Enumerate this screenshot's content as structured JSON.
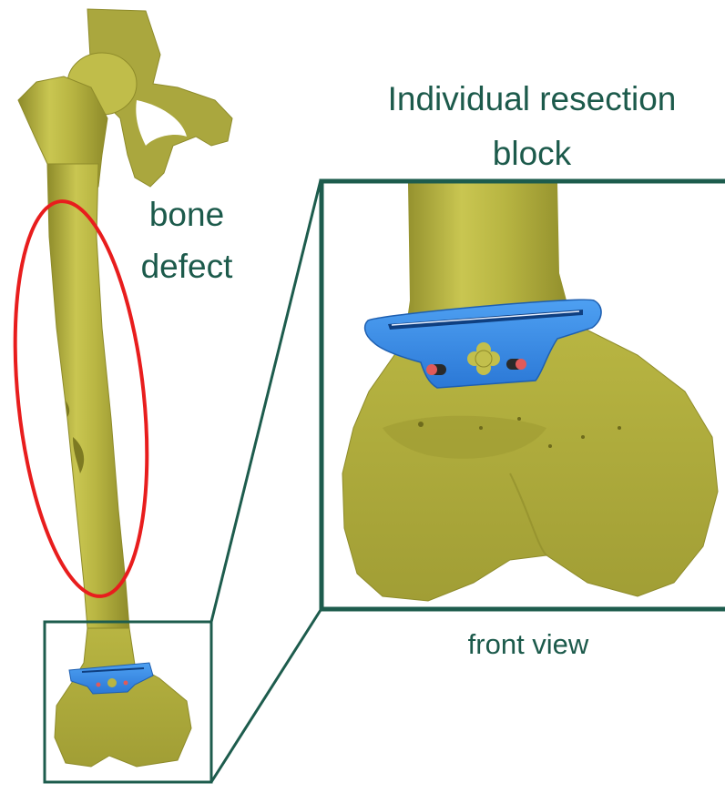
{
  "annotations": {
    "title_line1": "Individual resection",
    "title_line2": "block",
    "defect_line1": "bone",
    "defect_line2": "defect",
    "view_label": "front view"
  },
  "colors": {
    "bone": "#b8b542",
    "bone_shadow": "#8e8b2a",
    "bone_highlight": "#d4d168",
    "block": "#3a8ee8",
    "block_dark": "#1e5fb0",
    "frame": "#1d5c4d",
    "defect_circle": "#e81d1d",
    "pin": "#e05a5a"
  }
}
